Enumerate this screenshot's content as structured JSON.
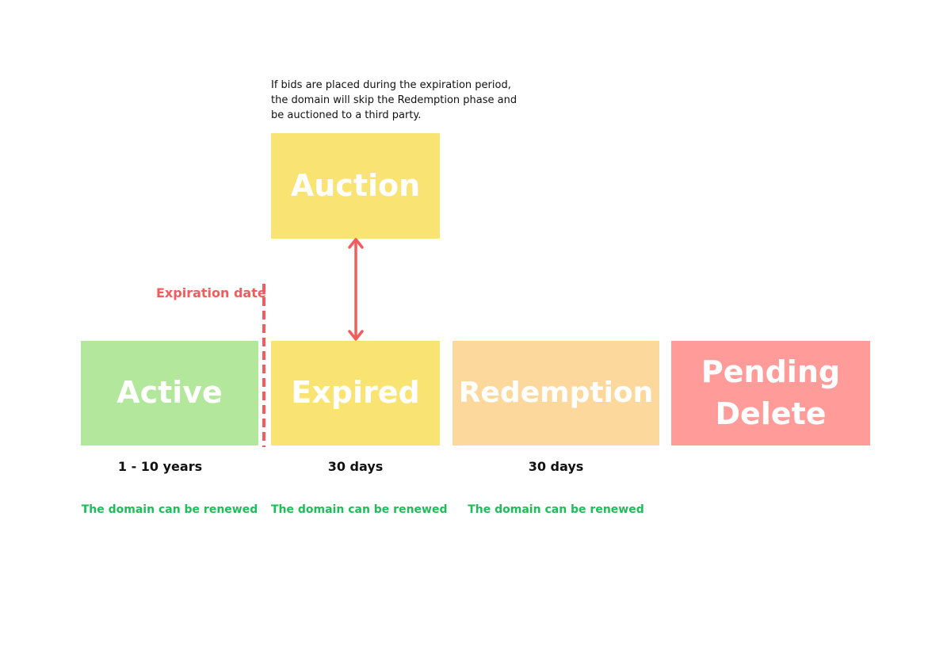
{
  "note": {
    "lines": [
      "If bids are placed during the expiration period,",
      "the domain will skip the Redemption phase and",
      "be auctioned to a third party."
    ]
  },
  "stages": {
    "auction": {
      "label": "Auction",
      "color": "#F9E373"
    },
    "active": {
      "label": "Active",
      "color": "#B3E79C"
    },
    "expired": {
      "label": "Expired",
      "color": "#F9E373"
    },
    "redemption": {
      "label": "Redemption",
      "color": "#FDD89C"
    },
    "pending_delete": {
      "label_lines": [
        "Pending",
        "Delete"
      ],
      "color": "#FF9C9A"
    }
  },
  "expiration": {
    "label": "Expiration date",
    "color": "#F25C5C"
  },
  "durations": {
    "active": "1 - 10 years",
    "expired": "30 days",
    "redemption": "30 days"
  },
  "renewal": {
    "active": "The domain can be renewed",
    "expired": "The domain can be renewed",
    "redemption": "The domain can be renewed",
    "color": "#1DBE5A"
  },
  "arrow_color": "#F25C5C"
}
